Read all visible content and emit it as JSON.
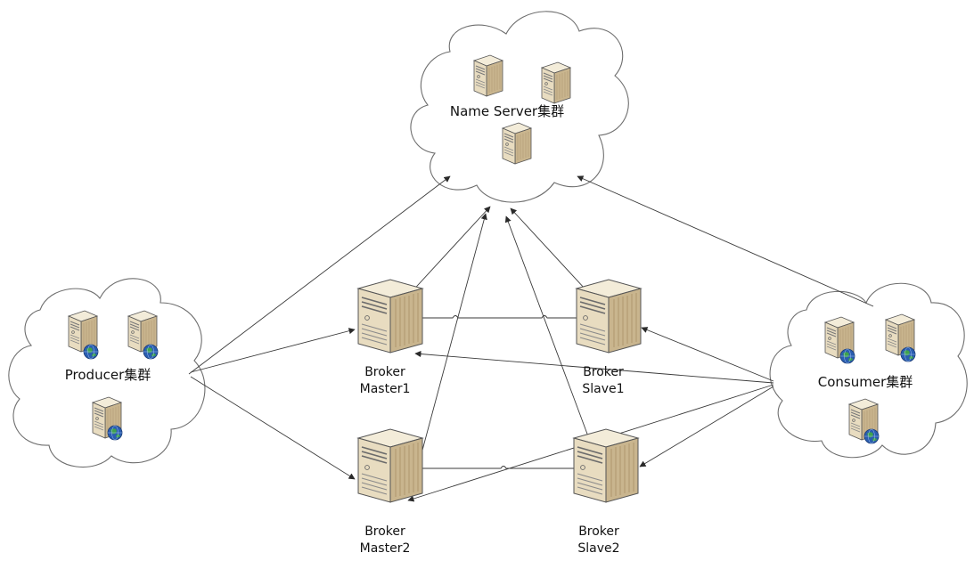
{
  "clusters": {
    "name_server": {
      "label": "Name Server集群"
    },
    "producer": {
      "label": "Producer集群"
    },
    "consumer": {
      "label": "Consumer集群"
    }
  },
  "brokers": {
    "master1": {
      "line1": "Broker",
      "line2": "Master1"
    },
    "slave1": {
      "line1": "Broker",
      "line2": "Slave1"
    },
    "master2": {
      "line1": "Broker",
      "line2": "Master2"
    },
    "slave2": {
      "line1": "Broker",
      "line2": "Slave2"
    }
  },
  "icons": [
    "server-icon",
    "globe-icon",
    "cloud-shape"
  ],
  "colors": {
    "server_face": "#e8dcc0",
    "server_side": "#c9b58e",
    "server_top": "#f3ecd9",
    "edge": "#3a3a3a",
    "cloud_stroke": "#6e6e6e",
    "globe": "#2a5db0"
  }
}
